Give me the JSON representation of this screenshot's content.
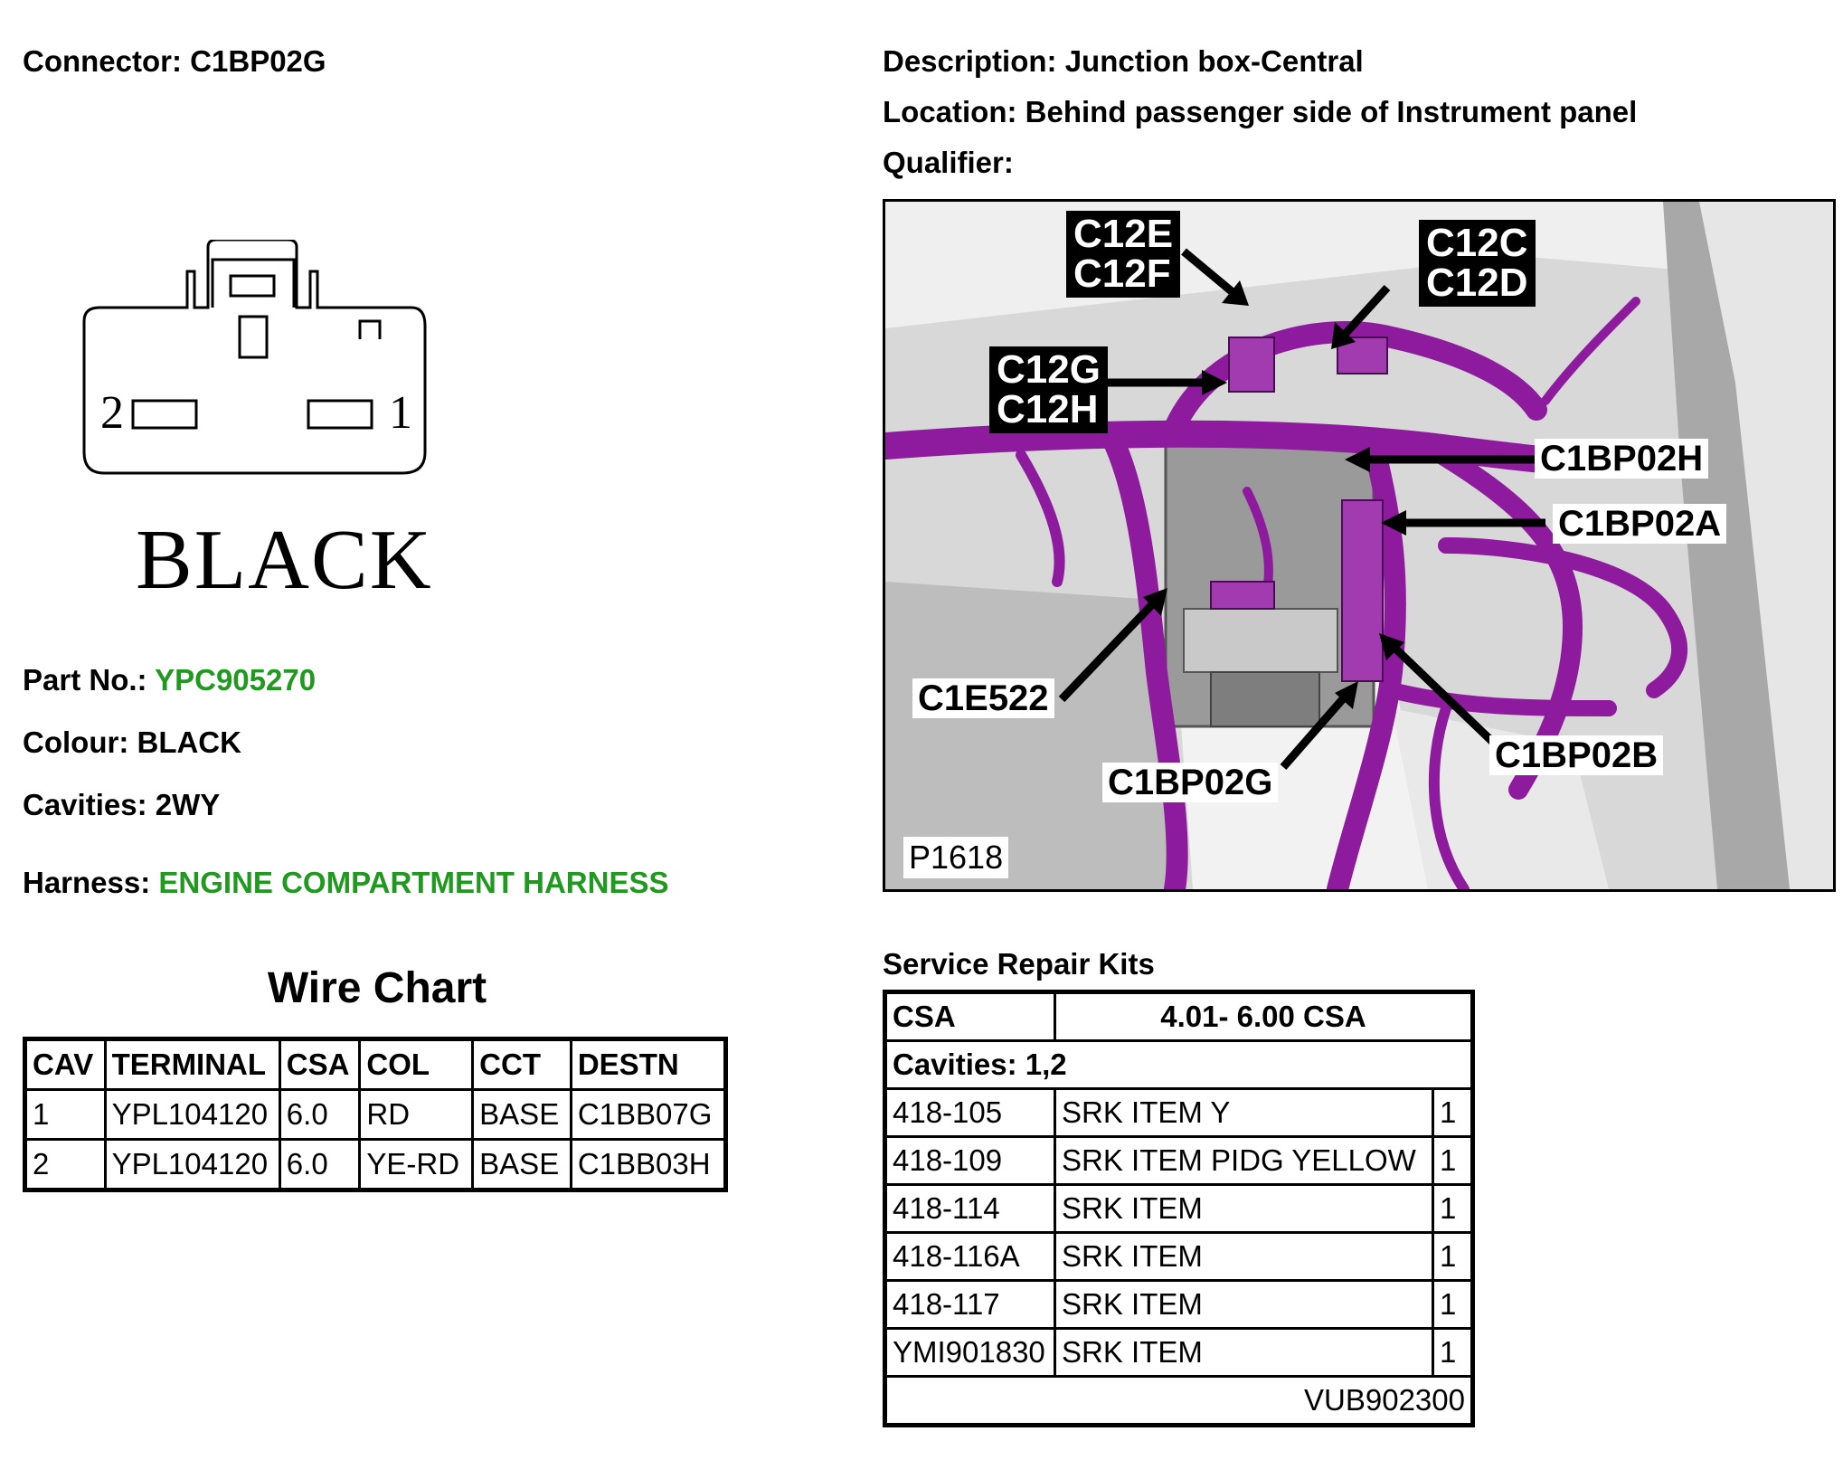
{
  "connector": {
    "label": "Connector:",
    "value": "C1BP02G",
    "color_label": "BLACK",
    "pin_left": "2",
    "pin_right": "1"
  },
  "info": {
    "part_label": "Part No.:",
    "part_value": "YPC905270",
    "colour_label": "Colour:",
    "colour_value": "BLACK",
    "cavities_label": "Cavities:",
    "cavities_value": "2WY",
    "harness_label": "Harness:",
    "harness_value": "ENGINE COMPARTMENT HARNESS",
    "link_color": "#1f9a1f"
  },
  "description": {
    "desc_label": "Description:",
    "desc_value": "Junction box-Central",
    "loc_label": "Location:",
    "loc_value": "Behind passenger side of Instrument panel",
    "qual_label": "Qualifier:"
  },
  "location_image": {
    "reference": "P1618",
    "callouts": {
      "c12e_f": [
        "C12E",
        "C12F"
      ],
      "c12c_d": [
        "C12C",
        "C12D"
      ],
      "c12g_h": [
        "C12G",
        "C12H"
      ],
      "c1bp02h": "C1BP02H",
      "c1bp02a": "C1BP02A",
      "c1e522": "C1E522",
      "c1bp02g": "C1BP02G",
      "c1bp02b": "C1BP02B"
    },
    "harness_color": "#8e1b9e"
  },
  "wire_chart": {
    "title": "Wire Chart",
    "headers": [
      "CAV",
      "TERMINAL",
      "CSA",
      "COL",
      "CCT",
      "DESTN"
    ],
    "rows": [
      [
        "1",
        "YPL104120",
        "6.0",
        "RD",
        "BASE",
        "C1BB07G"
      ],
      [
        "2",
        "YPL104120",
        "6.0",
        "YE-RD",
        "BASE",
        "C1BB03H"
      ]
    ]
  },
  "service_kits": {
    "title": "Service Repair Kits",
    "csa_label": "CSA",
    "csa_value": "4.01- 6.00 CSA",
    "cavities": "Cavities: 1,2",
    "items": [
      [
        "418-105",
        "SRK ITEM Y",
        "1"
      ],
      [
        "418-109",
        "SRK ITEM PIDG YELLOW",
        "1"
      ],
      [
        "418-114",
        "SRK ITEM",
        "1"
      ],
      [
        "418-116A",
        "SRK ITEM",
        "1"
      ],
      [
        "418-117",
        "SRK ITEM",
        "1"
      ],
      [
        "YMI901830",
        "SRK ITEM",
        "1"
      ]
    ],
    "footer": "VUB902300"
  }
}
